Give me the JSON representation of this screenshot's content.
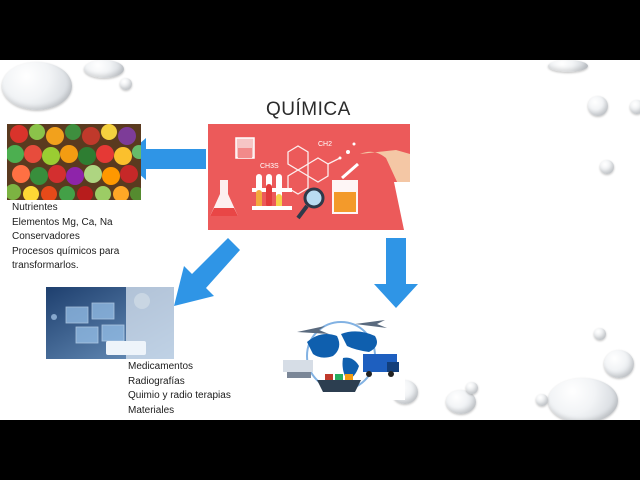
{
  "slide": {
    "title": "QUÍMICA",
    "food_items": [
      "Nutrientes",
      "Elementos Mg, Ca, Na",
      "Conservadores",
      "Procesos químicos para",
      "transformarlos."
    ],
    "health_items": [
      "Medicamentos",
      "Radiografías",
      "Quimio y radio terapias",
      "Materiales"
    ],
    "lab_labels": {
      "ch3s": "CH3S",
      "ch2": "CH2"
    },
    "colors": {
      "arrow": "#2f95e6",
      "lab_bg": "#ec5a5a",
      "world_bg": "#0f5fae"
    }
  }
}
